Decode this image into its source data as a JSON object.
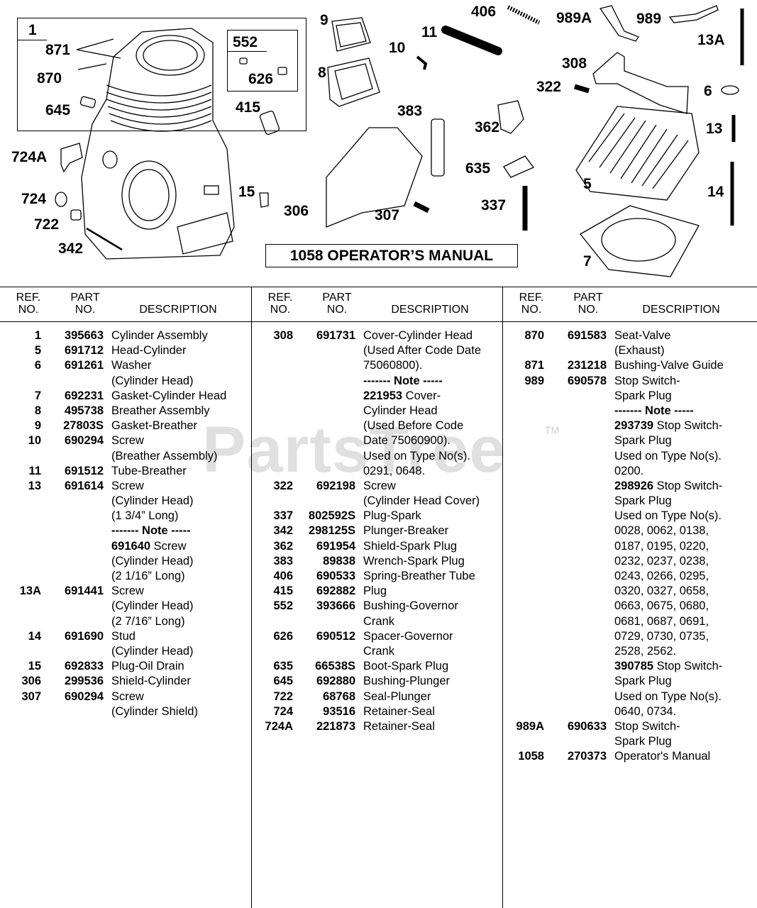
{
  "diagram": {
    "manual_label": "1058 OPERATOR’S MANUAL",
    "callouts": [
      {
        "id": "c1",
        "text": "1"
      },
      {
        "id": "c871",
        "text": "871"
      },
      {
        "id": "c870",
        "text": "870"
      },
      {
        "id": "c645",
        "text": "645"
      },
      {
        "id": "c552",
        "text": "552"
      },
      {
        "id": "c626",
        "text": "626"
      },
      {
        "id": "c415",
        "text": "415"
      },
      {
        "id": "c724A",
        "text": "724A"
      },
      {
        "id": "c724",
        "text": "724"
      },
      {
        "id": "c722",
        "text": "722"
      },
      {
        "id": "c342",
        "text": "342"
      },
      {
        "id": "c15",
        "text": "15"
      },
      {
        "id": "c9",
        "text": "9"
      },
      {
        "id": "c8",
        "text": "8"
      },
      {
        "id": "c10",
        "text": "10"
      },
      {
        "id": "c11",
        "text": "11"
      },
      {
        "id": "c406",
        "text": "406"
      },
      {
        "id": "c383",
        "text": "383"
      },
      {
        "id": "c306",
        "text": "306"
      },
      {
        "id": "c307",
        "text": "307"
      },
      {
        "id": "c362",
        "text": "362"
      },
      {
        "id": "c635",
        "text": "635"
      },
      {
        "id": "c337",
        "text": "337"
      },
      {
        "id": "c989A",
        "text": "989A"
      },
      {
        "id": "c989",
        "text": "989"
      },
      {
        "id": "c308",
        "text": "308"
      },
      {
        "id": "c322",
        "text": "322"
      },
      {
        "id": "c13A",
        "text": "13A"
      },
      {
        "id": "c6",
        "text": "6"
      },
      {
        "id": "c13",
        "text": "13"
      },
      {
        "id": "c5",
        "text": "5"
      },
      {
        "id": "c14",
        "text": "14"
      },
      {
        "id": "c7",
        "text": "7"
      }
    ]
  },
  "watermark": "PartsTree",
  "watermark_tm": "TM",
  "table": {
    "headers": {
      "ref": [
        "REF.",
        "NO."
      ],
      "part": [
        "PART",
        "NO."
      ],
      "desc": "DESCRIPTION"
    },
    "columns": [
      [
        {
          "ref": "1",
          "part": "395663",
          "desc": "Cylinder Assembly"
        },
        {
          "ref": "5",
          "part": "691712",
          "desc": "Head-Cylinder"
        },
        {
          "ref": "6",
          "part": "691261",
          "desc": "Washer"
        },
        {
          "ref": "",
          "part": "",
          "desc": "(Cylinder Head)"
        },
        {
          "ref": "7",
          "part": "692231",
          "desc": "Gasket-Cylinder Head"
        },
        {
          "ref": "8",
          "part": "495738",
          "desc": "Breather Assembly"
        },
        {
          "ref": "9",
          "part": "27803S",
          "desc": "Gasket-Breather"
        },
        {
          "ref": "10",
          "part": "690294",
          "desc": "Screw"
        },
        {
          "ref": "",
          "part": "",
          "desc": "(Breather Assembly)"
        },
        {
          "ref": "11",
          "part": "691512",
          "desc": "Tube-Breather"
        },
        {
          "ref": "13",
          "part": "691614",
          "desc": "Screw"
        },
        {
          "ref": "",
          "part": "",
          "desc": "(Cylinder Head)"
        },
        {
          "ref": "",
          "part": "",
          "desc": "(1 3/4” Long)"
        },
        {
          "ref": "",
          "part": "",
          "desc": "------- Note -----",
          "bold": true
        },
        {
          "ref": "",
          "part": "",
          "desc": "Screw",
          "lead": "691640"
        },
        {
          "ref": "",
          "part": "",
          "desc": "(Cylinder Head)"
        },
        {
          "ref": "",
          "part": "",
          "desc": "(2 1/16” Long)"
        },
        {
          "ref": "13A",
          "part": "691441",
          "desc": "Screw"
        },
        {
          "ref": "",
          "part": "",
          "desc": "(Cylinder Head)"
        },
        {
          "ref": "",
          "part": "",
          "desc": "(2 7/16” Long)"
        },
        {
          "ref": "14",
          "part": "691690",
          "desc": "Stud"
        },
        {
          "ref": "",
          "part": "",
          "desc": "(Cylinder Head)"
        },
        {
          "ref": "15",
          "part": "692833",
          "desc": "Plug-Oil Drain"
        },
        {
          "ref": "306",
          "part": "299536",
          "desc": "Shield-Cylinder"
        },
        {
          "ref": "307",
          "part": "690294",
          "desc": "Screw"
        },
        {
          "ref": "",
          "part": "",
          "desc": "(Cylinder Shield)"
        }
      ],
      [
        {
          "ref": "308",
          "part": "691731",
          "desc": "Cover-Cylinder Head"
        },
        {
          "ref": "",
          "part": "",
          "desc": "(Used After Code Date"
        },
        {
          "ref": "",
          "part": "",
          "desc": "75060800)."
        },
        {
          "ref": "",
          "part": "",
          "desc": "------- Note -----",
          "bold": true
        },
        {
          "ref": "",
          "part": "",
          "desc": "Cover-",
          "lead": "221953"
        },
        {
          "ref": "",
          "part": "",
          "desc": "Cylinder Head"
        },
        {
          "ref": "",
          "part": "",
          "desc": "(Used Before Code"
        },
        {
          "ref": "",
          "part": "",
          "desc": "Date 75060900)."
        },
        {
          "ref": "",
          "part": "",
          "desc": "Used on Type No(s)."
        },
        {
          "ref": "",
          "part": "",
          "desc": "0291, 0648."
        },
        {
          "ref": "322",
          "part": "692198",
          "desc": "Screw"
        },
        {
          "ref": "",
          "part": "",
          "desc": "(Cylinder Head Cover)"
        },
        {
          "ref": "337",
          "part": "802592S",
          "desc": "Plug-Spark"
        },
        {
          "ref": "342",
          "part": "298125S",
          "desc": "Plunger-Breaker"
        },
        {
          "ref": "362",
          "part": "691954",
          "desc": "Shield-Spark Plug"
        },
        {
          "ref": "383",
          "part": "89838",
          "desc": "Wrench-Spark Plug"
        },
        {
          "ref": "406",
          "part": "690533",
          "desc": "Spring-Breather Tube"
        },
        {
          "ref": "415",
          "part": "692882",
          "desc": "Plug"
        },
        {
          "ref": "552",
          "part": "393666",
          "desc": "Bushing-Governor"
        },
        {
          "ref": "",
          "part": "",
          "desc": "Crank"
        },
        {
          "ref": "626",
          "part": "690512",
          "desc": "Spacer-Governor"
        },
        {
          "ref": "",
          "part": "",
          "desc": "Crank"
        },
        {
          "ref": "635",
          "part": "66538S",
          "desc": "Boot-Spark Plug"
        },
        {
          "ref": "645",
          "part": "692880",
          "desc": "Bushing-Plunger"
        },
        {
          "ref": "722",
          "part": "68768",
          "desc": "Seal-Plunger"
        },
        {
          "ref": "724",
          "part": "93516",
          "desc": "Retainer-Seal"
        },
        {
          "ref": "724A",
          "part": "221873",
          "desc": "Retainer-Seal"
        }
      ],
      [
        {
          "ref": "870",
          "part": "691583",
          "desc": "Seat-Valve"
        },
        {
          "ref": "",
          "part": "",
          "desc": "(Exhaust)"
        },
        {
          "ref": "871",
          "part": "231218",
          "desc": "Bushing-Valve Guide"
        },
        {
          "ref": "989",
          "part": "690578",
          "desc": "Stop Switch-"
        },
        {
          "ref": "",
          "part": "",
          "desc": "Spark Plug"
        },
        {
          "ref": "",
          "part": "",
          "desc": "------- Note -----",
          "bold": true
        },
        {
          "ref": "",
          "part": "",
          "desc": "Stop Switch-",
          "lead": "293739"
        },
        {
          "ref": "",
          "part": "",
          "desc": "Spark Plug"
        },
        {
          "ref": "",
          "part": "",
          "desc": "Used on Type No(s)."
        },
        {
          "ref": "",
          "part": "",
          "desc": "0200."
        },
        {
          "ref": "",
          "part": "",
          "desc": "Stop Switch-",
          "lead": "298926"
        },
        {
          "ref": "",
          "part": "",
          "desc": "Spark Plug"
        },
        {
          "ref": "",
          "part": "",
          "desc": "Used on Type No(s)."
        },
        {
          "ref": "",
          "part": "",
          "desc": "0028, 0062, 0138,"
        },
        {
          "ref": "",
          "part": "",
          "desc": "0187, 0195, 0220,"
        },
        {
          "ref": "",
          "part": "",
          "desc": "0232, 0237, 0238,"
        },
        {
          "ref": "",
          "part": "",
          "desc": "0243, 0266, 0295,"
        },
        {
          "ref": "",
          "part": "",
          "desc": "0320, 0327, 0658,"
        },
        {
          "ref": "",
          "part": "",
          "desc": "0663, 0675, 0680,"
        },
        {
          "ref": "",
          "part": "",
          "desc": "0681, 0687, 0691,"
        },
        {
          "ref": "",
          "part": "",
          "desc": "0729, 0730, 0735,"
        },
        {
          "ref": "",
          "part": "",
          "desc": "2528, 2562."
        },
        {
          "ref": "",
          "part": "",
          "desc": "Stop Switch-",
          "lead": "390785"
        },
        {
          "ref": "",
          "part": "",
          "desc": "Spark Plug"
        },
        {
          "ref": "",
          "part": "",
          "desc": "Used on Type No(s)."
        },
        {
          "ref": "",
          "part": "",
          "desc": "0640, 0734."
        },
        {
          "ref": "989A",
          "part": "690633",
          "desc": "Stop Switch-"
        },
        {
          "ref": "",
          "part": "",
          "desc": "Spark Plug"
        },
        {
          "ref": "1058",
          "part": "270373",
          "desc": "Operator's Manual"
        }
      ]
    ]
  }
}
